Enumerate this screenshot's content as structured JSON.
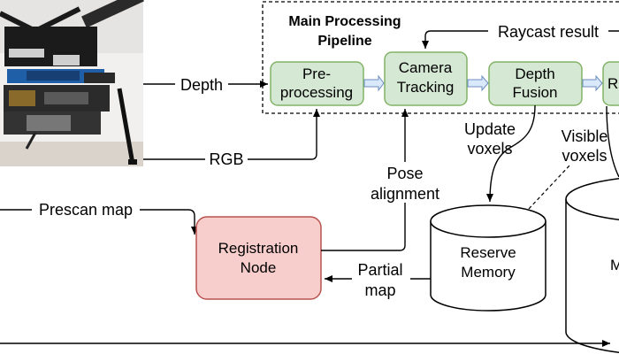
{
  "title": [
    "Main Processing",
    "Pipeline"
  ],
  "nodes": {
    "preprocessing": [
      "Pre-",
      "processing"
    ],
    "camera_tracking": [
      "Camera",
      "Tracking"
    ],
    "depth_fusion": [
      "Depth",
      "Fusion"
    ],
    "render_partial": "R",
    "registration": [
      "Registration",
      "Node"
    ],
    "reserve_memory": [
      "Reserve",
      "Memory"
    ],
    "main_memory_partial": "M"
  },
  "edges": {
    "depth": "Depth",
    "rgb": "RGB",
    "raycast": "Raycast result",
    "prescan": "Prescan map",
    "pose_alignment": [
      "Pose",
      "alignment"
    ],
    "partial_map": [
      "Partial",
      "map"
    ],
    "update_voxels": [
      "Update",
      "voxels"
    ],
    "visible_voxels": [
      "Visible",
      "voxels"
    ]
  },
  "colors": {
    "process_fill": "#d5e8d4",
    "process_stroke": "#82b366",
    "registration_fill": "#f8cecc",
    "registration_stroke": "#b85450",
    "connector_fill": "#dae8fc",
    "connector_stroke": "#6c8ebf"
  },
  "photo": "sensor rig photograph"
}
